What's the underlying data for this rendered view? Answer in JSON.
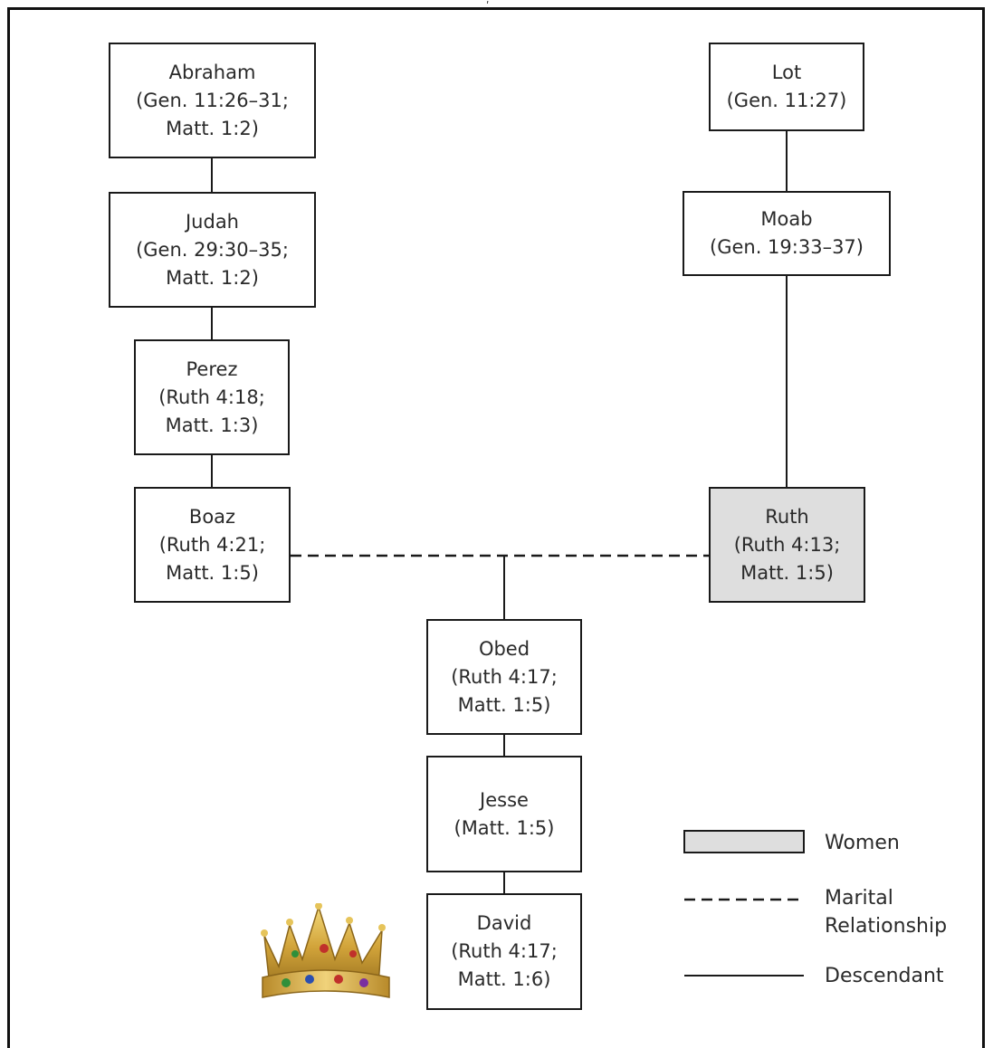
{
  "top_mark": "ʹ",
  "nodes": {
    "abraham": {
      "name": "Abraham",
      "ref": "(Gen. 11:26–31;\nMatt. 1:2)"
    },
    "judah": {
      "name": "Judah",
      "ref": "(Gen. 29:30–35;\nMatt. 1:2)"
    },
    "perez": {
      "name": "Perez",
      "ref": "(Ruth 4:18;\nMatt. 1:3)"
    },
    "boaz": {
      "name": "Boaz",
      "ref": "(Ruth 4:21;\nMatt. 1:5)"
    },
    "lot": {
      "name": "Lot",
      "ref": "(Gen. 11:27)"
    },
    "moab": {
      "name": "Moab",
      "ref": "(Gen. 19:33–37)"
    },
    "ruth": {
      "name": "Ruth",
      "ref": "(Ruth 4:13;\nMatt. 1:5)"
    },
    "obed": {
      "name": "Obed",
      "ref": "(Ruth 4:17;\nMatt. 1:5)"
    },
    "jesse": {
      "name": "Jesse",
      "ref": "(Matt. 1:5)"
    },
    "david": {
      "name": "David",
      "ref": "(Ruth 4:17;\nMatt. 1:6)"
    }
  },
  "legend": {
    "women": "Women",
    "marital": "Marital\nRelationship",
    "descendant": "Descendant"
  },
  "colors": {
    "women_fill": "#dedede",
    "line": "#1a1a1a"
  },
  "icons": {
    "crown": "crown-icon"
  }
}
